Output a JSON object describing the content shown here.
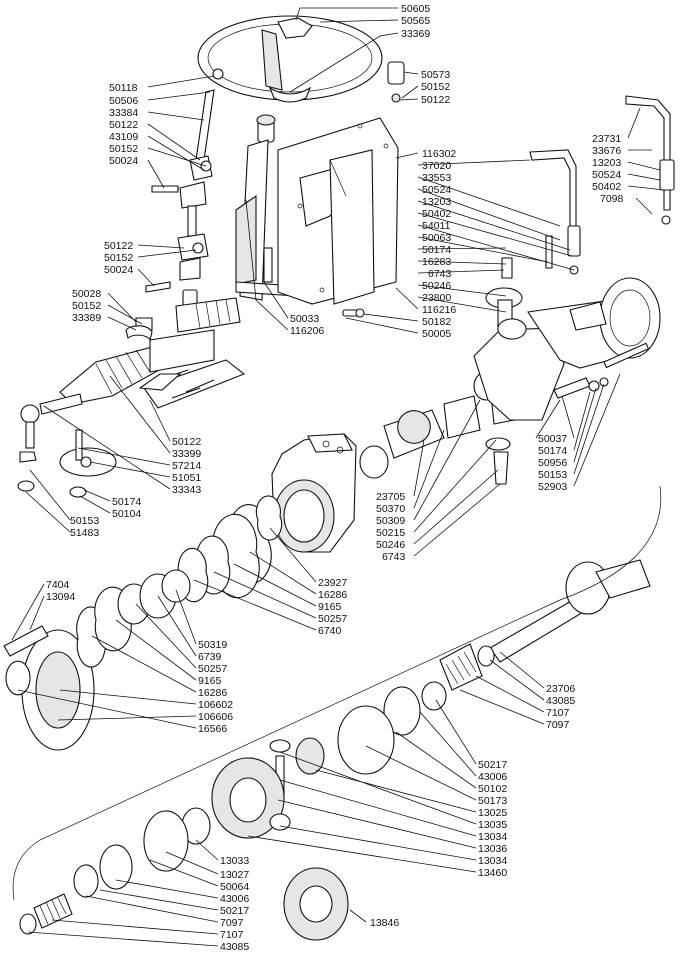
{
  "diagram": {
    "labels": [
      "50605",
      "50565",
      "33369",
      "50573",
      "50152",
      "50122",
      "50118",
      "50506",
      "33384",
      "50122",
      "43109",
      "50152",
      "50024",
      "23731",
      "33676",
      "13203",
      "50524",
      "50402",
      "7098",
      "116302",
      "37020",
      "33553",
      "50524",
      "13203",
      "50402",
      "54011",
      "50063",
      "50174",
      "16283",
      "6743",
      "50246",
      "23800",
      "116216",
      "50182",
      "50005",
      "50122",
      "50152",
      "50024",
      "50028",
      "50152",
      "33389",
      "50033",
      "116206",
      "50122",
      "33399",
      "57214",
      "51051",
      "33343",
      "50174",
      "50104",
      "50153",
      "51483",
      "50037",
      "50174",
      "50956",
      "50153",
      "52903",
      "23705",
      "50370",
      "50309",
      "50215",
      "50246",
      "6743",
      "23927",
      "16286",
      "9165",
      "50257",
      "6740",
      "7404",
      "13094",
      "50319",
      "6739",
      "50257",
      "9165",
      "16286",
      "106602",
      "106606",
      "16566",
      "23706",
      "43085",
      "7107",
      "7097",
      "50217",
      "43006",
      "50102",
      "50173",
      "13025",
      "13035",
      "13034",
      "13036",
      "13034",
      "13460",
      "13033",
      "13027",
      "50064",
      "43006",
      "50217",
      "7097",
      "7107",
      "43085",
      "13846"
    ]
  }
}
